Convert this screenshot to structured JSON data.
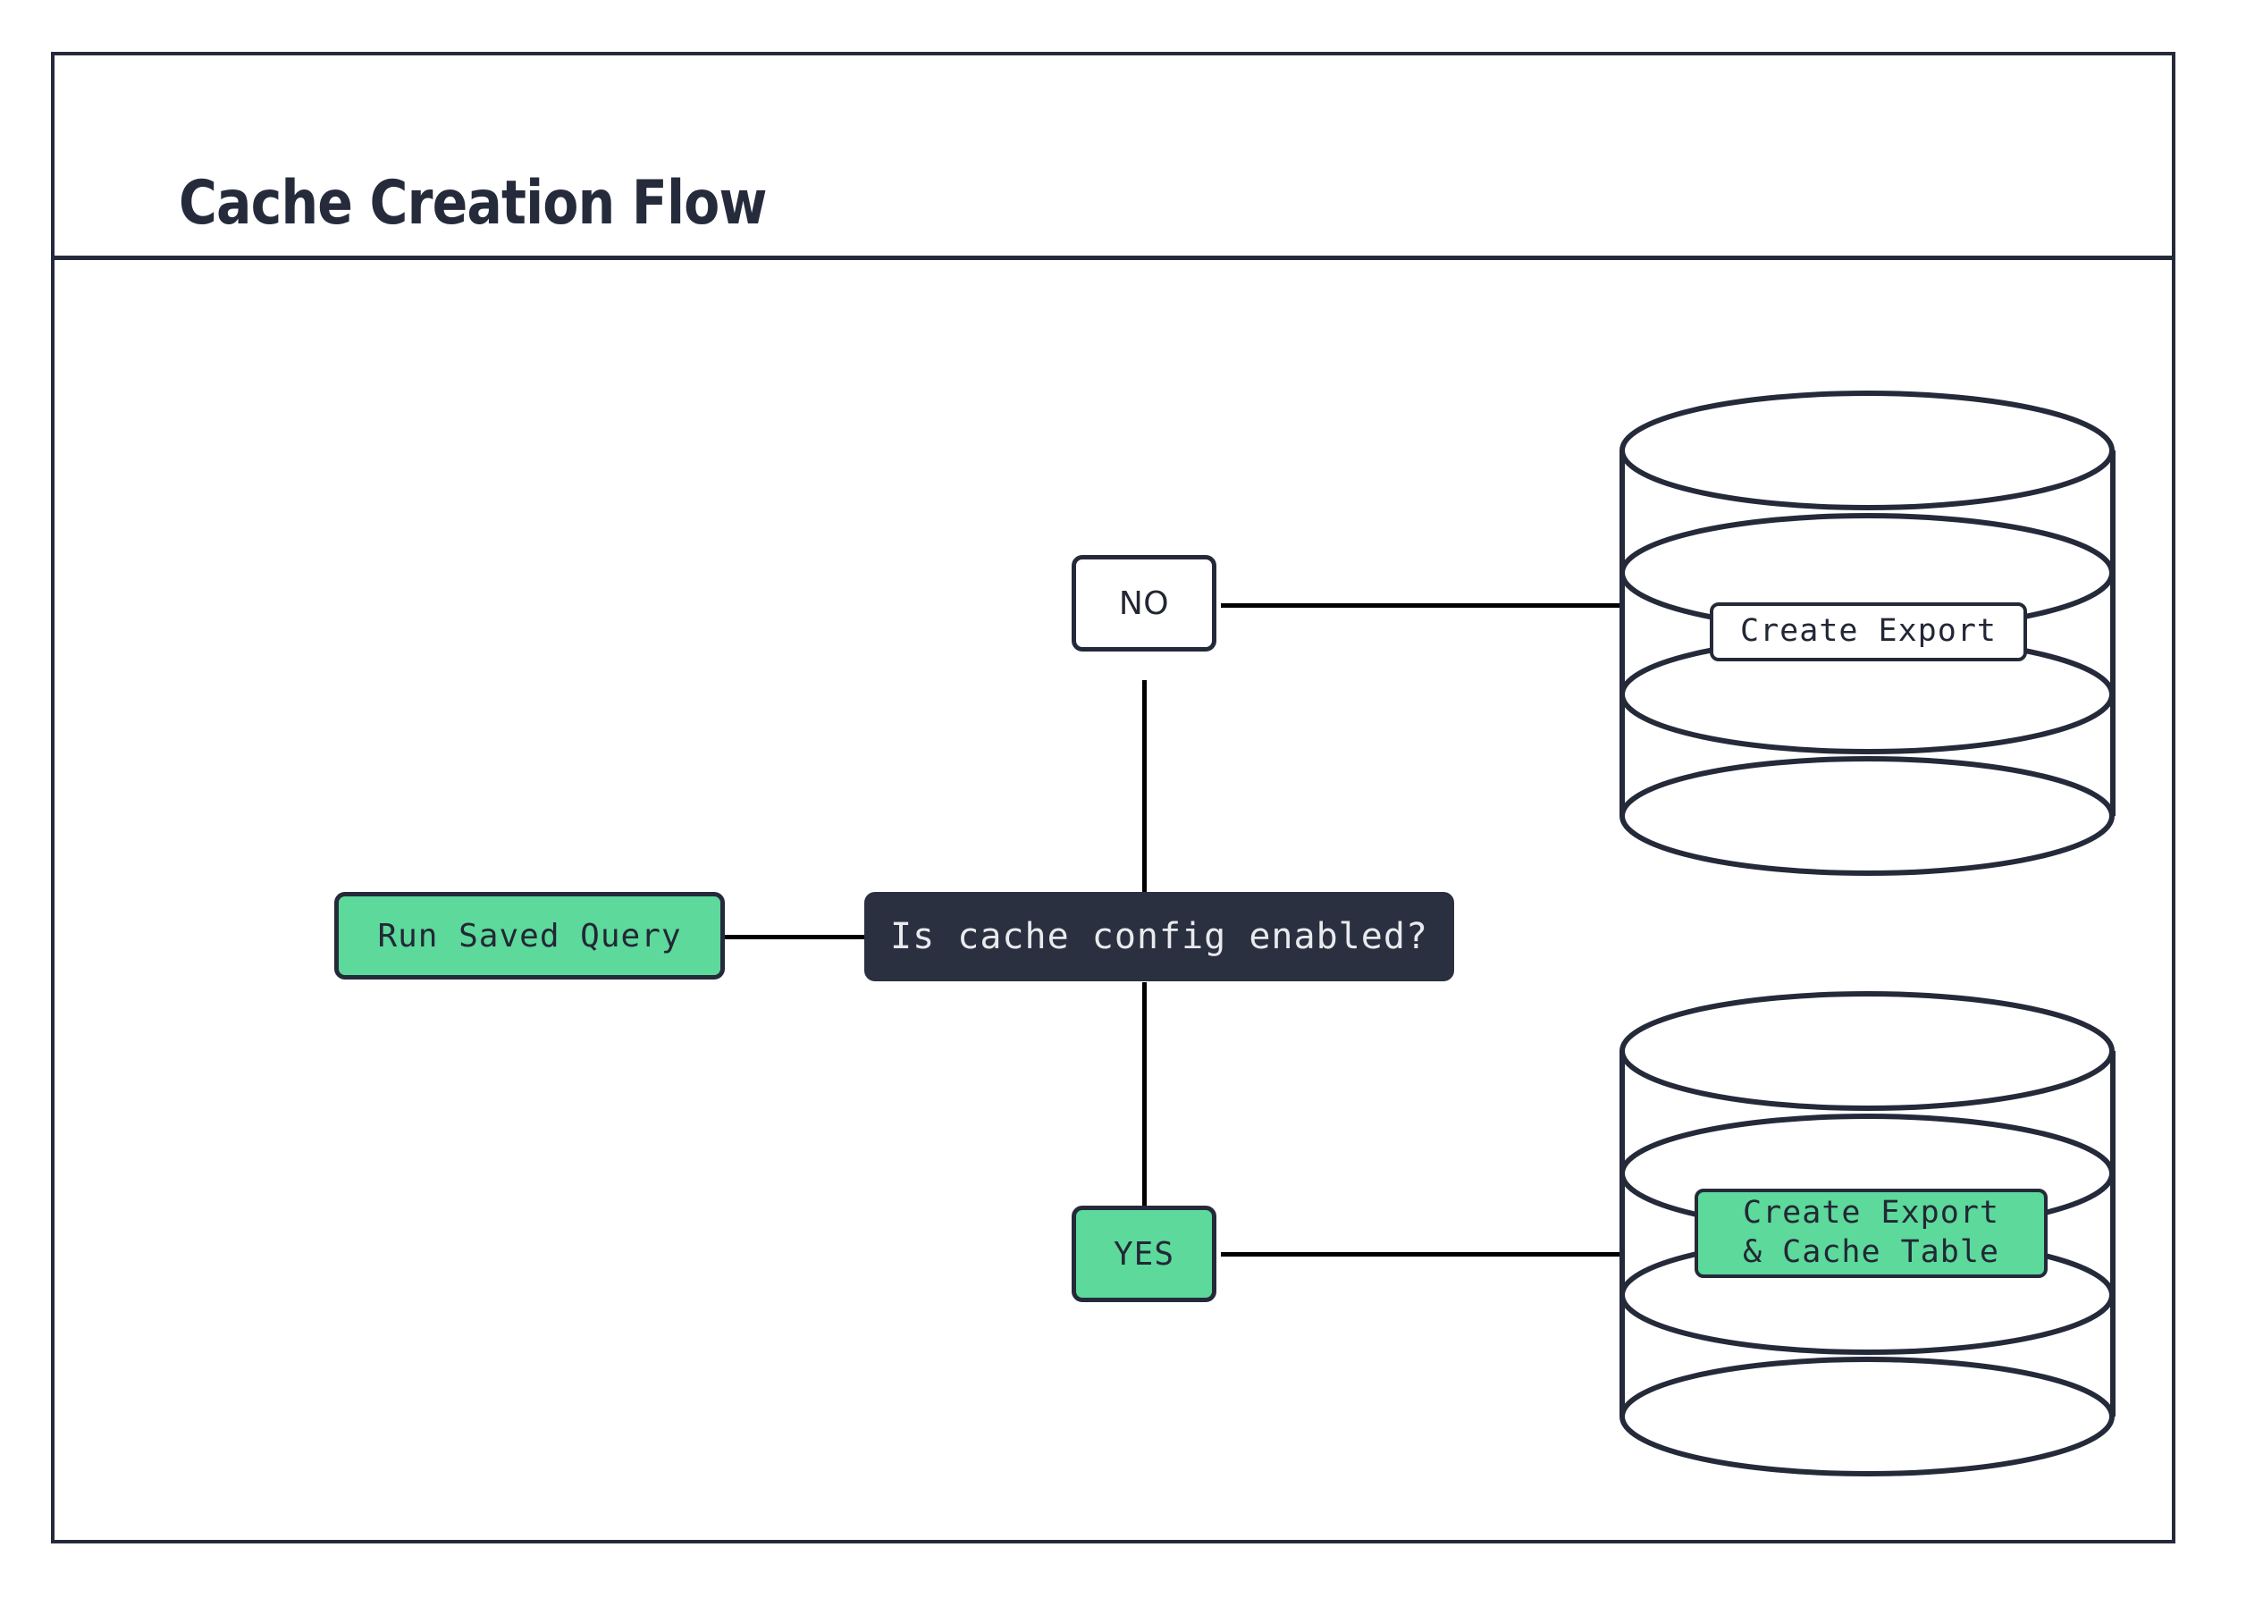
{
  "diagram": {
    "title": "Cache Creation Flow",
    "accent_green": "#5cd99b",
    "ink": "#252a3a",
    "dark_node_bg": "#2b3040",
    "dark_node_text": "#e9eaee",
    "background": "#ffffff"
  },
  "nodes": {
    "start": {
      "id": "run-saved-query",
      "label": "Run Saved Query",
      "shape": "rounded-rect",
      "fill": "#5cd99b"
    },
    "decision": {
      "id": "is-cache-config-enabled",
      "label": "Is cache config enabled?",
      "shape": "rounded-rect",
      "fill": "#2b3040"
    },
    "branch_no": {
      "id": "branch-no",
      "label": "NO",
      "shape": "rounded-rect",
      "fill": "#ffffff"
    },
    "branch_yes": {
      "id": "branch-yes",
      "label": "YES",
      "shape": "rounded-rect",
      "fill": "#5cd99b"
    },
    "db_top": {
      "id": "database-create-export",
      "shape": "database-cylinder",
      "label": "Create Export",
      "label_fill": "#ffffff"
    },
    "db_bottom": {
      "id": "database-create-export-cache-table",
      "shape": "database-cylinder",
      "label_line1": "Create Export",
      "label_line2": "& Cache Table",
      "label_fill": "#5cd99b"
    }
  },
  "edges": [
    {
      "from": "run-saved-query",
      "to": "is-cache-config-enabled",
      "orientation": "horizontal"
    },
    {
      "from": "is-cache-config-enabled",
      "to": "branch-no",
      "orientation": "vertical"
    },
    {
      "from": "is-cache-config-enabled",
      "to": "branch-yes",
      "orientation": "vertical"
    },
    {
      "from": "branch-no",
      "to": "database-create-export",
      "orientation": "horizontal"
    },
    {
      "from": "branch-yes",
      "to": "database-create-export-cache-table",
      "orientation": "horizontal"
    }
  ]
}
